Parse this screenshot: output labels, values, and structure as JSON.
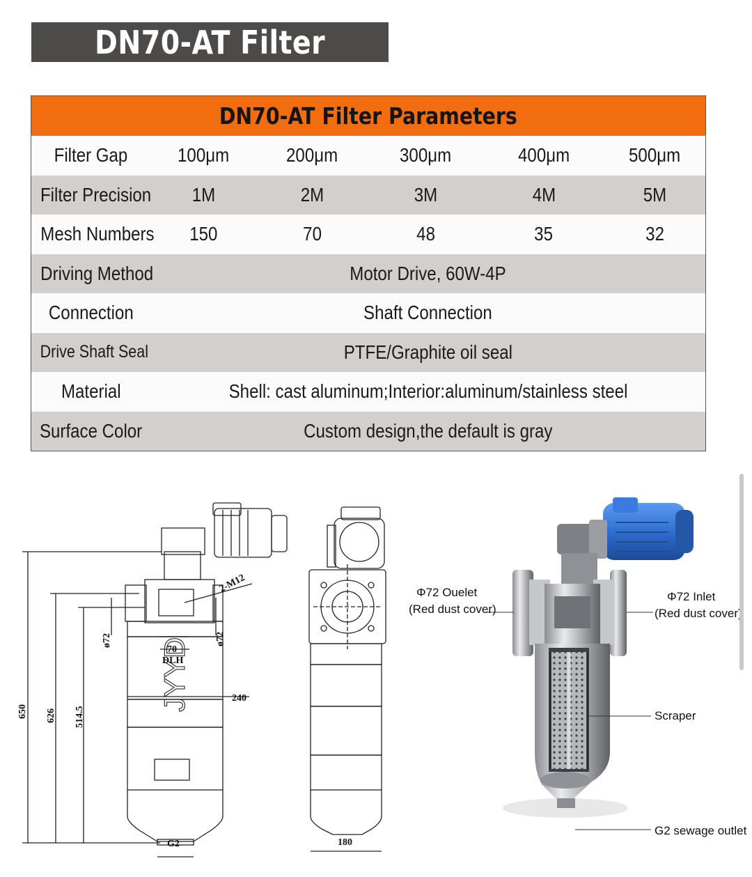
{
  "title": "DN70-AT Filter",
  "table": {
    "header": "DN70-AT Filter Parameters",
    "rows": [
      {
        "label": "Filter Gap",
        "values": [
          "100μm",
          "200μm",
          "300μm",
          "400μm",
          "500μm"
        ]
      },
      {
        "label": "Filter Precision",
        "values": [
          "1M",
          "2M",
          "3M",
          "4M",
          "5M"
        ]
      },
      {
        "label": "Mesh Numbers",
        "values": [
          "150",
          "70",
          "48",
          "35",
          "32"
        ]
      },
      {
        "label": "Driving Method",
        "value": "Motor Drive, 60W-4P"
      },
      {
        "label": "Connection",
        "value": "Shaft Connection"
      },
      {
        "label": "Drive Shaft Seal",
        "value": "PTFE/Graphite oil seal"
      },
      {
        "label": "Material",
        "value": "Shell: cast aluminum;Interior:aluminum/stainless steel"
      },
      {
        "label": "Surface Color",
        "value": "Custom design,the default is gray"
      }
    ]
  },
  "drawing": {
    "dims": {
      "height_650": "650",
      "height_626": "626",
      "height_514": "514.5",
      "dia_left": "ø72",
      "dia_right": "ø72",
      "w70": "70",
      "w240": "240",
      "thread": "2-M12",
      "g2": "G2",
      "w180": "180"
    },
    "body_text": "JYYD",
    "logo_text": "DLH"
  },
  "callouts": {
    "outlet_line1": "Φ72 Ouelet",
    "outlet_line2": "(Red dust cover)",
    "inlet_line1": "Φ72 Inlet",
    "inlet_line2": "(Red dust cover)",
    "scraper": "Scraper",
    "sewage": "G2 sewage outlet"
  },
  "colors": {
    "header_orange": "#f26d10",
    "banner_gray": "#4d4b49",
    "row_gray": "#d2cfcc",
    "motor_blue": "#2f6fd0"
  }
}
